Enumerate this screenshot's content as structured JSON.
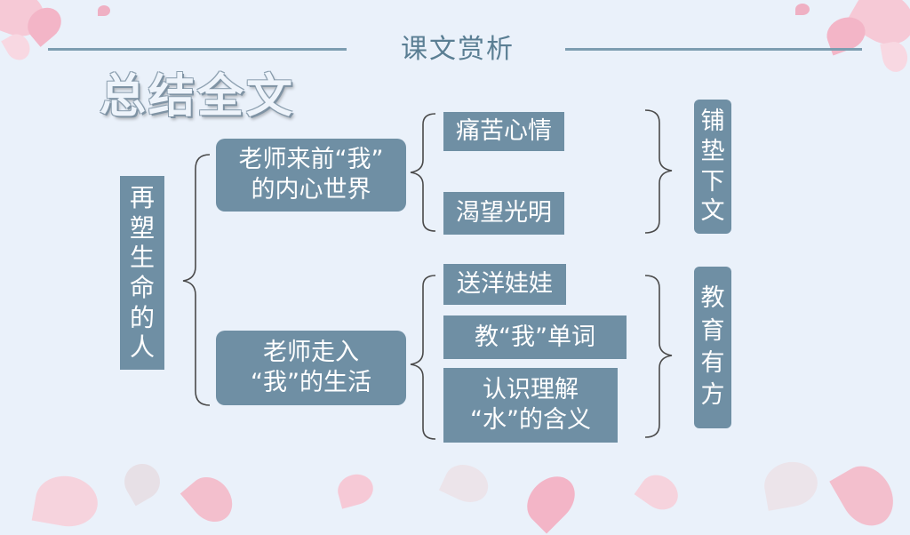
{
  "header": {
    "title": "课文赏析"
  },
  "main_title": "总结全文",
  "root": {
    "chars": [
      "再",
      "塑",
      "生",
      "命",
      "的",
      "人"
    ]
  },
  "branches": [
    {
      "label_line1": "老师来前“我”",
      "label_line2": "的内心世界",
      "items": [
        "痛苦心情",
        "渴望光明"
      ],
      "result_chars": [
        "铺",
        "垫",
        "下",
        "文"
      ]
    },
    {
      "label_line1": "老师走入",
      "label_line2": "“我”的生活",
      "items": [
        "送洋娃娃",
        "教“我”单词"
      ],
      "item3_line1": "认识理解",
      "item3_line2": "“水”的含义",
      "result_chars": [
        "教",
        "育",
        "有",
        "方"
      ]
    }
  ],
  "colors": {
    "box": "#6f8fa4",
    "background": "#eaf1fa",
    "line": "#7d9db0"
  }
}
